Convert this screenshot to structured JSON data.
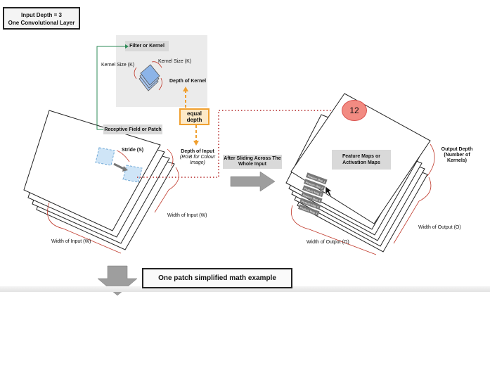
{
  "title": {
    "line1": "Input Depth = 3",
    "line2": "One Convolutional Layer"
  },
  "kernel": {
    "title": "Filter or Kernel",
    "size_left": "Kernel Size (K)",
    "size_top": "Kernel Size (K)",
    "depth": "Depth of Kernel"
  },
  "equal": {
    "line1": "equal",
    "line2": "depth"
  },
  "input": {
    "receptive": "Receptive Field or Patch",
    "stride": "Stride (S)",
    "depth_title": "Depth of Input",
    "depth_note_1": "(RGB for Colour",
    "depth_note_2": "Image)",
    "width_right": "Width of Input (W)",
    "width_left": "Width of Input (W)"
  },
  "sliding": {
    "line1": "After Sliding Across The",
    "line2": "Whole Input"
  },
  "output": {
    "badge": "12",
    "feature_line1": "Feature Maps or",
    "feature_line2": "Activation Maps",
    "depth_line1": "Output Depth",
    "depth_line2": "(Number of",
    "depth_line3": "Kernels)",
    "map_labels": [
      "Feature Map 1",
      "Feature Map 2",
      "Feature Map 3",
      "Feature Map 4",
      "Feature Map 5",
      "Feature Map 6"
    ],
    "width_left": "Width of Output (O)",
    "width_right": "Width of Output (O)"
  },
  "example": {
    "label": "One patch simplified math example"
  },
  "colors": {
    "green_connector": "#2e8b57",
    "orange_dashed": "#f0a030",
    "red_dotted": "#b22222",
    "bracket_red": "#c0392b",
    "patch_blue": "#9ec9ea",
    "kernel_blue": "#8cb4e8",
    "badge_red": "#f28b82",
    "arrow_gray": "#999999"
  }
}
